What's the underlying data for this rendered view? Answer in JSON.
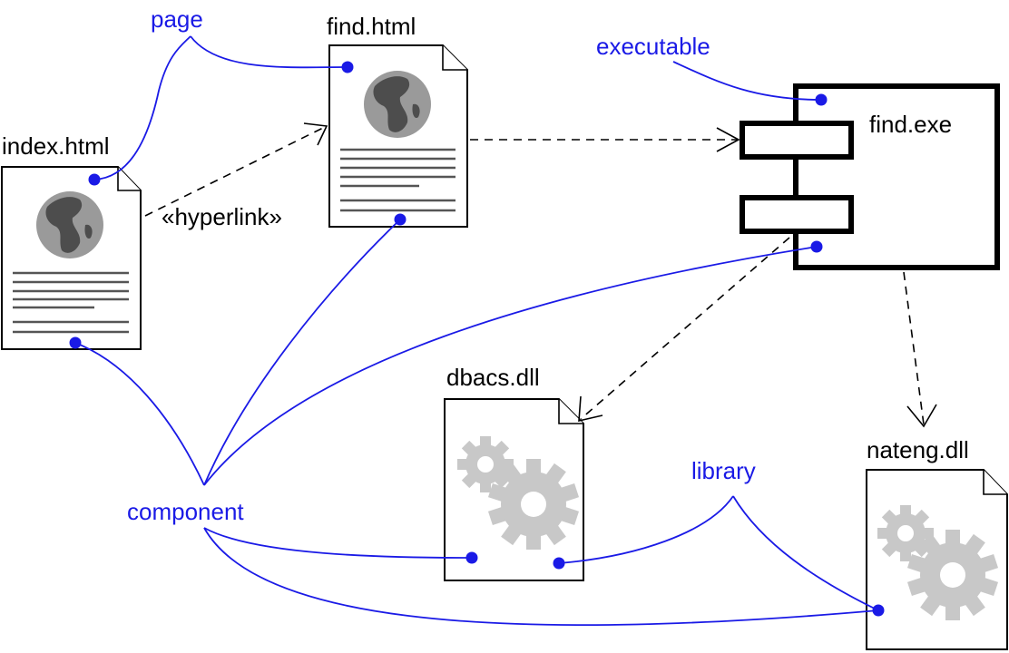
{
  "diagram": {
    "artifacts": {
      "index_html": {
        "name": "index.html"
      },
      "find_html": {
        "name": "find.html"
      },
      "find_exe": {
        "name": "find.exe"
      },
      "dbacs_dll": {
        "name": "dbacs.dll"
      },
      "nateng_dll": {
        "name": "nateng.dll"
      }
    },
    "relations": {
      "hyperlink": "«hyperlink»"
    },
    "annotations": {
      "page": "page",
      "executable": "executable",
      "component": "component",
      "library": "library"
    }
  },
  "colors": {
    "annotation": "#1a1ae6",
    "ink": "#000000",
    "icon_gray": "#c8c8c8"
  },
  "icons": {
    "web_page": "globe-icon",
    "library": "gear-icon"
  }
}
